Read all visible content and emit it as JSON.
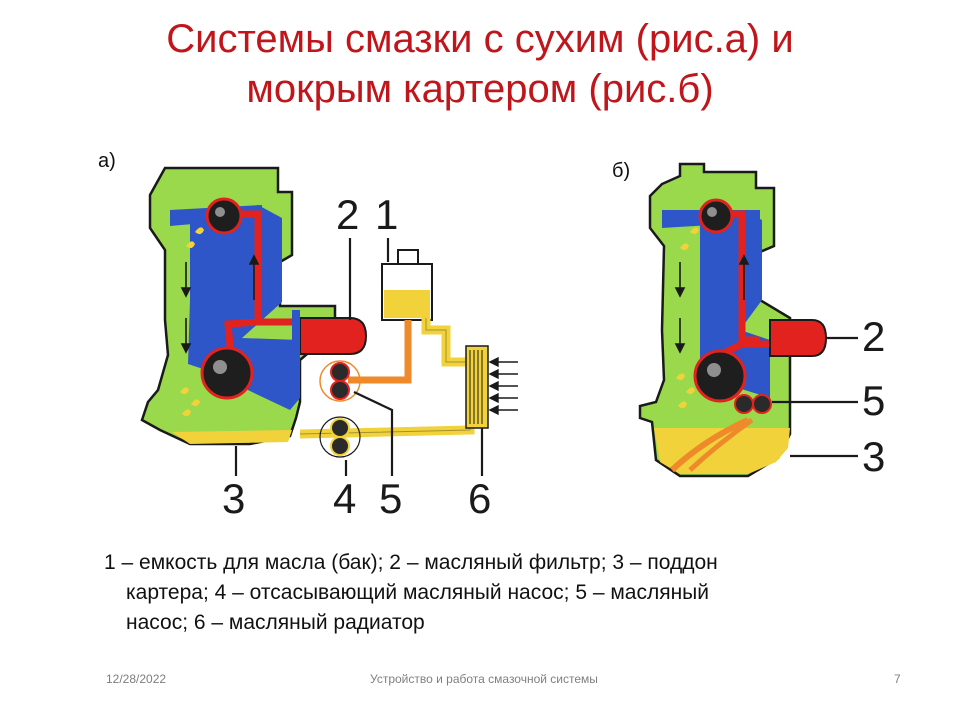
{
  "slide": {
    "title_line1": "Системы смазки с сухим (рис.а) и",
    "title_line2": "мокрым картером (рис.б)"
  },
  "figure_a": {
    "label": "а)",
    "callouts": [
      "2",
      "1",
      "3",
      "4",
      "5",
      "6"
    ]
  },
  "figure_b": {
    "label": "б)",
    "callouts": [
      "2",
      "5",
      "3"
    ]
  },
  "caption": {
    "line1": "1 – емкость для масла (бак); 2 – масляный фильтр; 3 – поддон",
    "line2": "картера; 4 – отсасывающий масляный насос;  5 – масляный",
    "line3": "насос; 6 – масляный радиатор"
  },
  "footer": {
    "date": "12/28/2022",
    "center": "Устройство и работа смазочной системы",
    "page": "7"
  },
  "colors": {
    "title": "#c0161b",
    "engine_body": "#2e56c8",
    "oil_green": "#9ad84c",
    "oil_yellow": "#f2d23a",
    "pressure_red": "#e2221e",
    "outline": "#1a1a1a"
  }
}
